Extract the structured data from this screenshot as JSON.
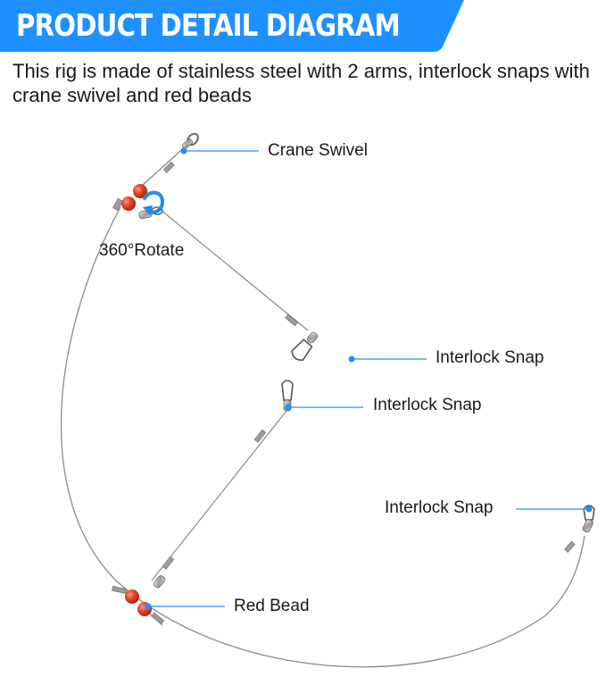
{
  "header": {
    "title": "PRODUCT DETAIL DIAGRAM",
    "accent_color": "#1e90ff"
  },
  "description": "This rig is made of stainless steel with 2 arms, interlock snaps with crane swivel and red beads",
  "labels": {
    "crane_swivel": "Crane Swivel",
    "rotate": "360°Rotate",
    "interlock_snap_1": "Interlock Snap",
    "interlock_snap_2": "Interlock Snap",
    "interlock_snap_3": "Interlock Snap",
    "red_bead": "Red Bead"
  },
  "colors": {
    "callout_dot": "#1e90ff",
    "bead": "#e8442a",
    "wire": "#8a8a8a"
  }
}
